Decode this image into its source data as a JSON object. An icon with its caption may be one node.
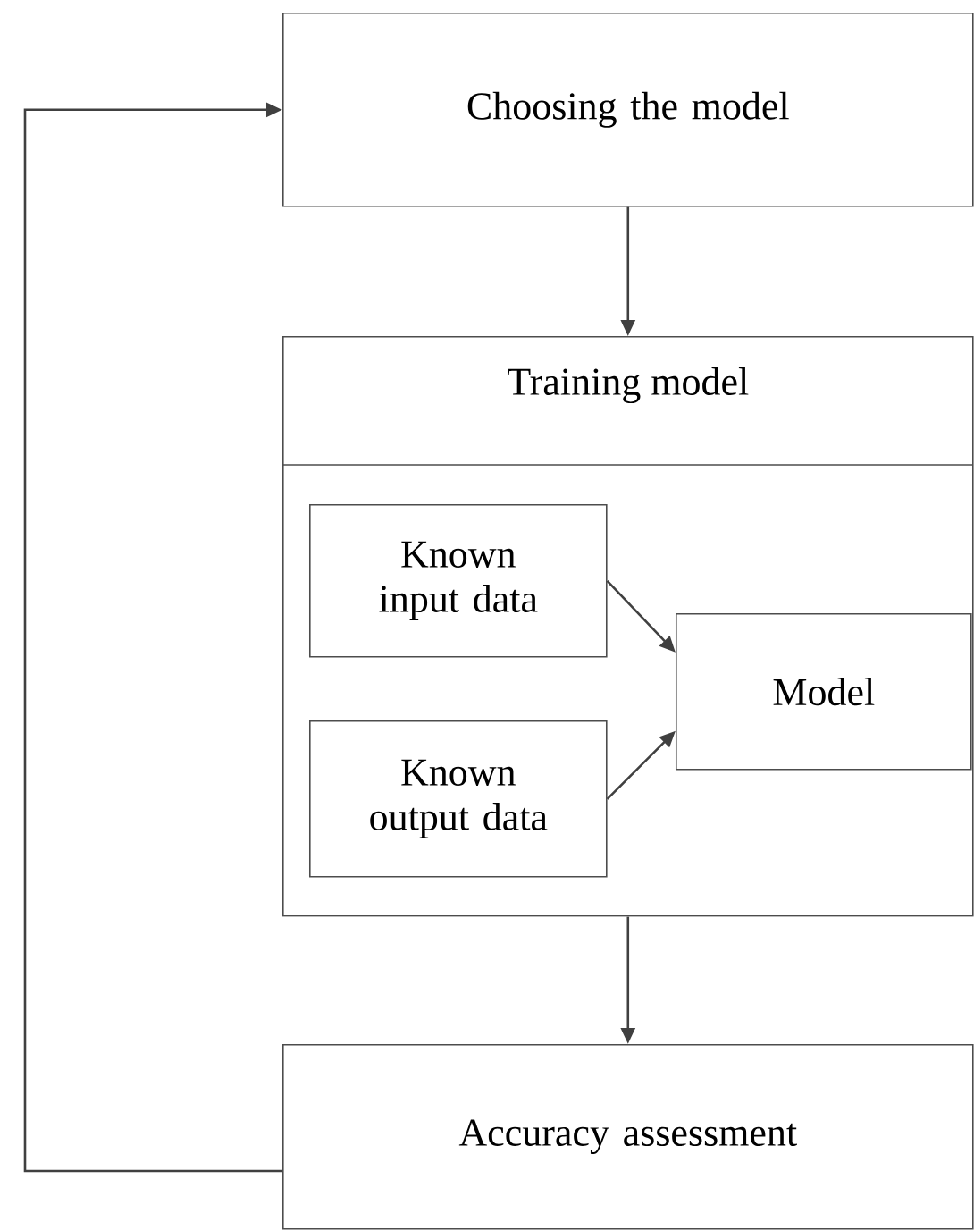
{
  "diagram": {
    "nodes": [
      {
        "text": [
          "Choosing the model"
        ]
      },
      {
        "text": [
          "Training model"
        ]
      },
      {
        "text": [
          "Known input data"
        ],
        "in": 1
      },
      {
        "text": [
          "Known output data"
        ],
        "in": 1
      },
      {
        "text": [
          "Model"
        ],
        "in": 1
      },
      {
        "text": [
          "Accuracy assessment"
        ]
      }
    ],
    "edges": [
      {
        "from": 0,
        "to": 1,
        "arrow": "to"
      },
      {
        "from": 2,
        "to": 4,
        "arrow": "to"
      },
      {
        "from": 3,
        "to": 4,
        "arrow": "to"
      },
      {
        "from": 1,
        "to": 5,
        "arrow": "to"
      },
      {
        "from": 5,
        "to": 0,
        "arrow": "to"
      }
    ]
  }
}
